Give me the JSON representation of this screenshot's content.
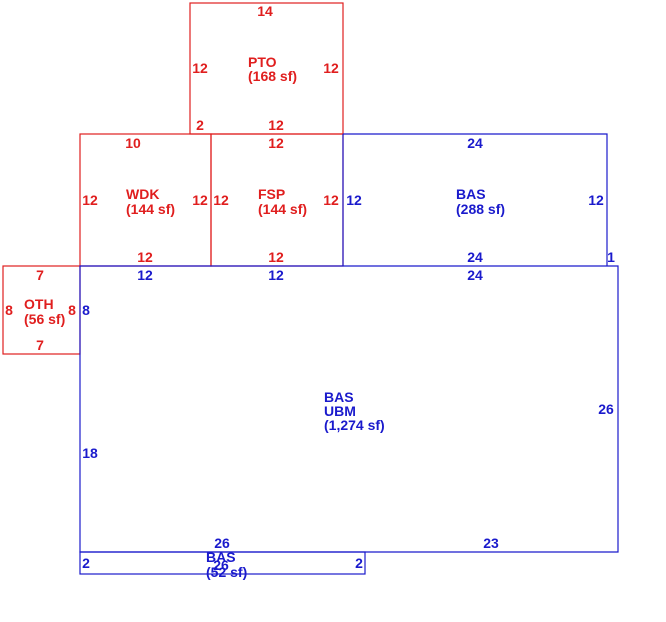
{
  "colors": {
    "exterior": "#1a1acc",
    "addition": "#e01e1e"
  },
  "areas": {
    "pto": {
      "code": "PTO",
      "area": "(168 sf)"
    },
    "wdk": {
      "code": "WDK",
      "area": "(144 sf)"
    },
    "fsp": {
      "code": "FSP",
      "area": "(144 sf)"
    },
    "bas_upper": {
      "code": "BAS",
      "area": "(288 sf)"
    },
    "oth": {
      "code": "OTH",
      "area": "(56 sf)"
    },
    "bas_main": {
      "code": "BAS",
      "code2": "UBM",
      "area": "(1,274 sf)"
    },
    "bas_small": {
      "code": "BAS",
      "area": "(52 sf)"
    }
  },
  "dims": {
    "pto_top": "14",
    "pto_left": "12",
    "pto_right": "12",
    "pto_bottom_a": "2",
    "pto_bottom_b": "12",
    "wdk_top": "10",
    "wdk_left": "12",
    "wdk_right": "12",
    "wdk_bottom": "12",
    "fsp_top": "12",
    "fsp_left": "12",
    "fsp_right": "12",
    "fsp_bottom": "12",
    "bas_upper_top": "24",
    "bas_upper_left": "12",
    "bas_upper_right": "12",
    "bas_upper_bottom": "24",
    "bas_upper_step": "1",
    "oth_top": "7",
    "oth_left": "8",
    "oth_right": "8",
    "oth_bottom": "7",
    "main_top_a": "12",
    "main_top_b": "12",
    "main_top_c": "24",
    "main_left_a": "8",
    "main_left_b": "18",
    "main_right": "26",
    "main_bottom_a": "26",
    "main_bottom_b": "23",
    "small_left": "2",
    "small_right": "2",
    "small_bottom": "26"
  }
}
